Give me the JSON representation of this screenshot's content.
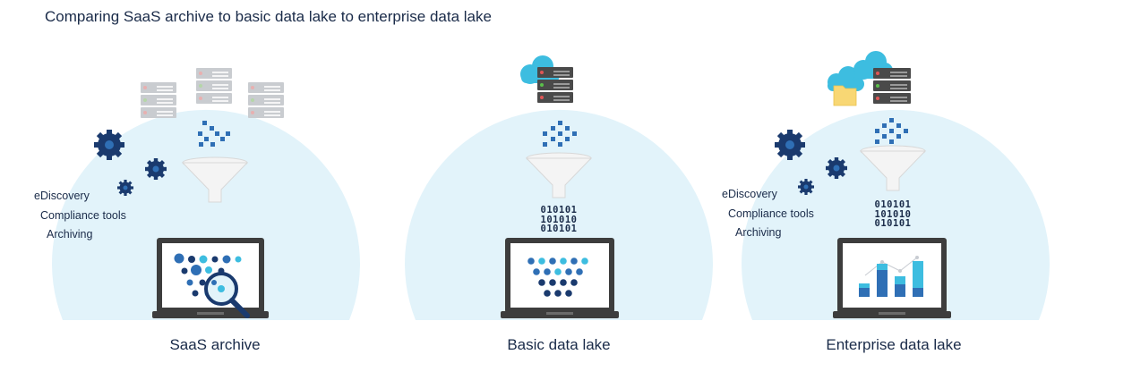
{
  "title": "Comparing SaaS archive to basic data lake to enterprise data lake",
  "panels": [
    {
      "label": "SaaS archive",
      "side_labels": [
        "eDiscovery",
        "Compliance tools",
        "Archiving"
      ]
    },
    {
      "label": "Basic data lake",
      "binary": [
        "010101",
        "101010",
        "010101"
      ]
    },
    {
      "label": "Enterprise data lake",
      "side_labels": [
        "eDiscovery",
        "Compliance tools",
        "Archiving"
      ],
      "binary": [
        "010101",
        "101010",
        "010101"
      ]
    }
  ],
  "colors": {
    "circle_bg": "#e2f3fa",
    "navy": "#1a3a6e",
    "blue": "#2f6fb5",
    "cyan": "#3dbde0",
    "server_dark": "#4a4a4a",
    "server_faded": "#c9ccd0",
    "cloud": "#3dbde0",
    "folder": "#f8d774",
    "laptop": "#3d3d3d"
  },
  "icons": [
    "server-icon",
    "cloud-icon",
    "gear-icon",
    "funnel-icon",
    "laptop-icon",
    "magnifier-icon",
    "folder-icon",
    "bar-chart-icon"
  ]
}
